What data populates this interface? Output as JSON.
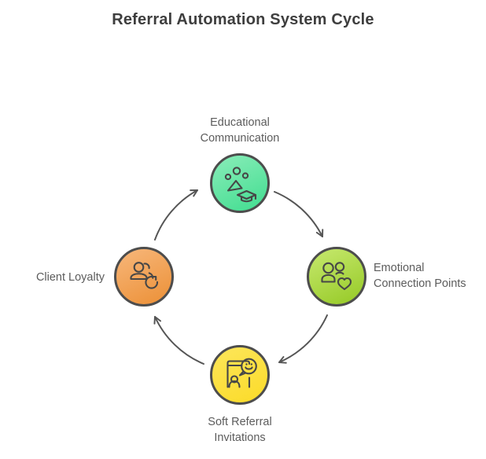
{
  "title": "Referral Automation System Cycle",
  "diagram": {
    "type": "cycle-diagram",
    "flow_direction": "clockwise",
    "nodes": [
      {
        "label": "Educational\nCommunication",
        "position": "top",
        "icon": "education-communication-icon",
        "color_start": "#8aedb9",
        "color_end": "#41dd90"
      },
      {
        "label": "Emotional\nConnection Points",
        "position": "right",
        "icon": "people-heart-icon",
        "color_start": "#c7e96f",
        "color_end": "#95c925"
      },
      {
        "label": "Soft Referral\nInvitations",
        "position": "bottom",
        "icon": "referral-invitation-icon",
        "color_start": "#fde65b",
        "color_end": "#fbdb28"
      },
      {
        "label": "Client Loyalty",
        "position": "left",
        "icon": "client-loyalty-icon",
        "color_start": "#f7b77b",
        "color_end": "#ec9036"
      }
    ],
    "style": {
      "arrow_color": "#555555",
      "node_border_color": "#4d4d4d",
      "icon_stroke_color": "#474747",
      "title_color": "#3e3e3e",
      "label_color": "#5c5c5c",
      "background_color": "#ffffff"
    }
  }
}
